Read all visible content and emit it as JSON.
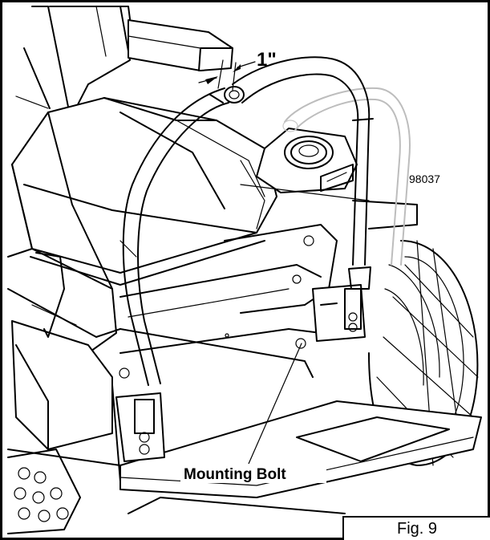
{
  "diagram": {
    "callout_dimension": "1\"",
    "part_number": "98037",
    "callout_bolt": "Mounting Bolt",
    "figure_label": "Fig. 9"
  }
}
